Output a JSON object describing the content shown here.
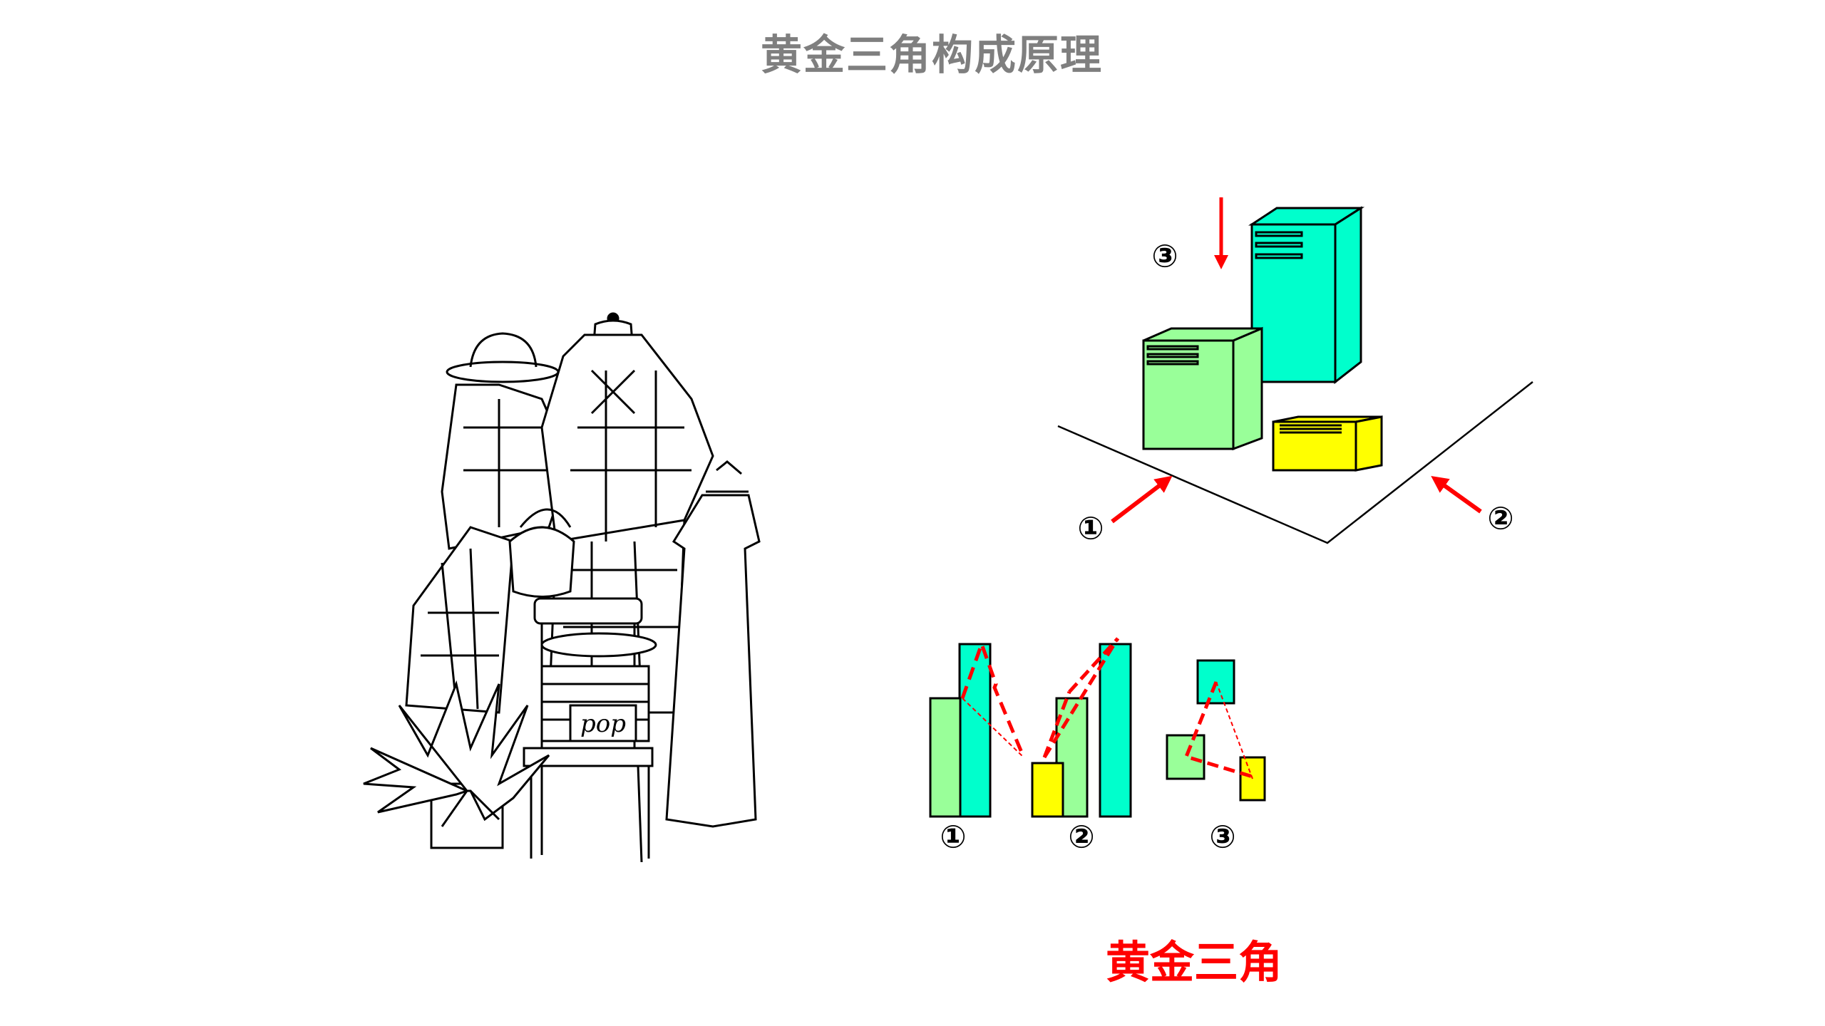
{
  "title": "黄金三角构成原理",
  "subtitle": "黄金三角",
  "labels": {
    "one": "①",
    "two": "②",
    "three": "③"
  },
  "colors": {
    "teal": "#00ffcc",
    "green": "#99ff99",
    "yellow": "#ffff00",
    "red": "#ff0000",
    "title_gray": "#7f7f7f"
  },
  "illustration": {
    "sign_text": "pop"
  }
}
